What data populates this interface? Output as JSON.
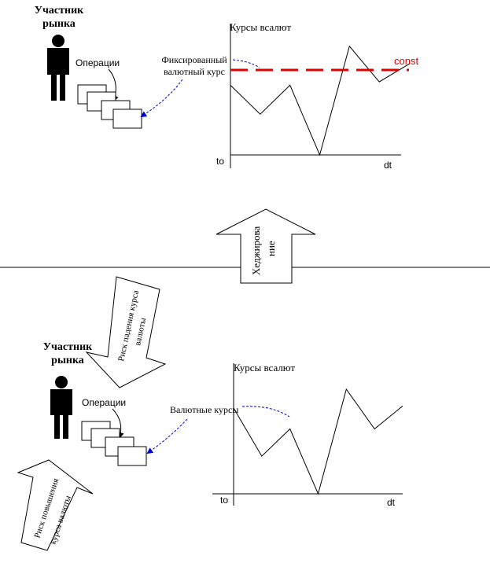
{
  "colors": {
    "background": "#ffffff",
    "ink": "#000000",
    "const_line": "#e00000",
    "pointer_arrow": "#0000cc"
  },
  "icons": [
    "person-icon",
    "document-stack-icon",
    "block-arrow-icon"
  ],
  "top": {
    "participant_label": [
      "Участник",
      "рынка"
    ],
    "operations_label": "Операции",
    "fixed_rate_label": [
      "Фиксированный",
      "валютный курс"
    ],
    "chart_title": "Курсы всалют",
    "const_label": "const",
    "x_origin_label": "to",
    "x_end_label": "dt"
  },
  "hedging_label": [
    "Хеджирова",
    "ние"
  ],
  "risk_fall_label": [
    "Риск падения курса",
    "валюты"
  ],
  "risk_rise_label": [
    "Риск повышения",
    "курса валюты"
  ],
  "bottom": {
    "participant_label": [
      "Участник",
      "рынка"
    ],
    "operations_label": "Операции",
    "currency_rates_label": "Валютные курсы",
    "chart_title": "Курсы всалют",
    "x_origin_label": "to",
    "x_end_label": "dt"
  },
  "chart_data": [
    {
      "type": "line",
      "title": "Курсы всалют",
      "xlabel": "dt",
      "x_origin": "to",
      "series": [
        {
          "values": [
            0.82,
            0.48,
            0.82,
            0.0,
            1.28,
            0.86,
            1.07
          ]
        },
        {
          "name": "const",
          "values": [
            1.0,
            1.0,
            1.0,
            1.0,
            1.0,
            1.0,
            1.0
          ],
          "style": "dashed"
        }
      ],
      "grid": false
    },
    {
      "type": "line",
      "title": "Курсы всалют",
      "xlabel": "dt",
      "x_origin": "to",
      "series": [
        {
          "values": [
            0.82,
            0.36,
            0.62,
            0.0,
            1.0,
            0.62,
            0.84
          ]
        }
      ],
      "grid": false
    }
  ]
}
